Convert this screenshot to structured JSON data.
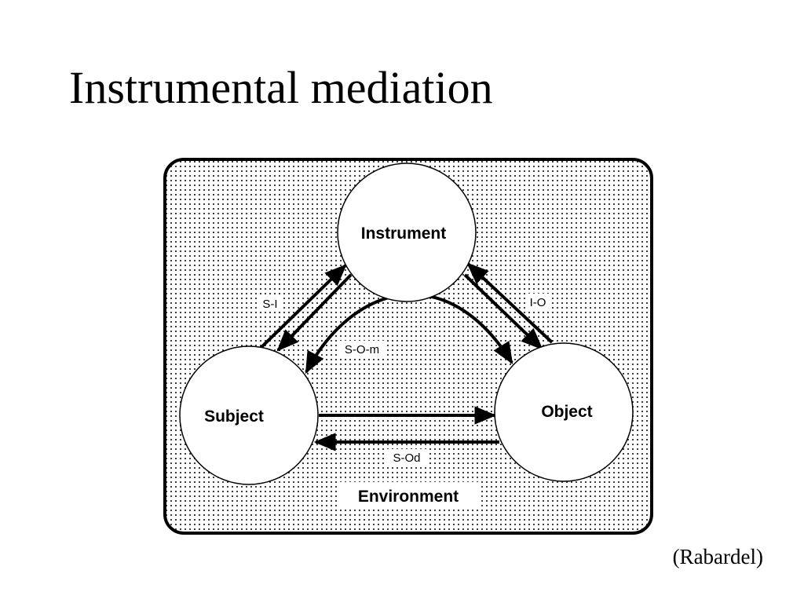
{
  "slide": {
    "title": "Instrumental mediation",
    "credit": "(Rabardel)"
  },
  "diagram": {
    "container_label": "Environment",
    "nodes": {
      "instrument": "Instrument",
      "subject": "Subject",
      "object": "Object"
    },
    "edges": {
      "s_i": "S-I",
      "i_o": "I-O",
      "s_o_m": "S-O-m",
      "s_o_d": "S-Od"
    }
  }
}
